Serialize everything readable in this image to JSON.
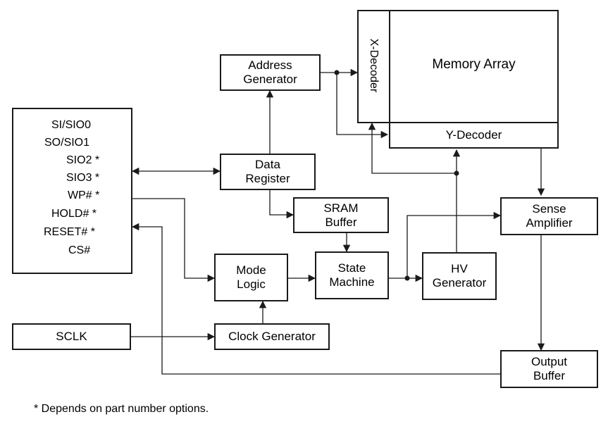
{
  "pins": [
    "SI/SIO0",
    "SO/SIO1",
    "SIO2 *",
    "SIO3 *",
    "WP# *",
    "HOLD# *",
    "RESET# *",
    "CS#"
  ],
  "blocks": {
    "address_generator": [
      "Address",
      "Generator"
    ],
    "data_register": [
      "Data",
      "Register"
    ],
    "sram_buffer": [
      "SRAM",
      "Buffer"
    ],
    "mode_logic": [
      "Mode",
      "Logic"
    ],
    "state_machine": [
      "State",
      "Machine"
    ],
    "hv_generator": [
      "HV",
      "Generator"
    ],
    "clock_generator": "Clock Generator",
    "sclk": "SCLK",
    "x_decoder": "X-Decoder",
    "memory_array": "Memory Array",
    "y_decoder": "Y-Decoder",
    "sense_amplifier": [
      "Sense",
      "Amplifier"
    ],
    "output_buffer": [
      "Output",
      "Buffer"
    ]
  },
  "footnote": "* Depends on part number options."
}
